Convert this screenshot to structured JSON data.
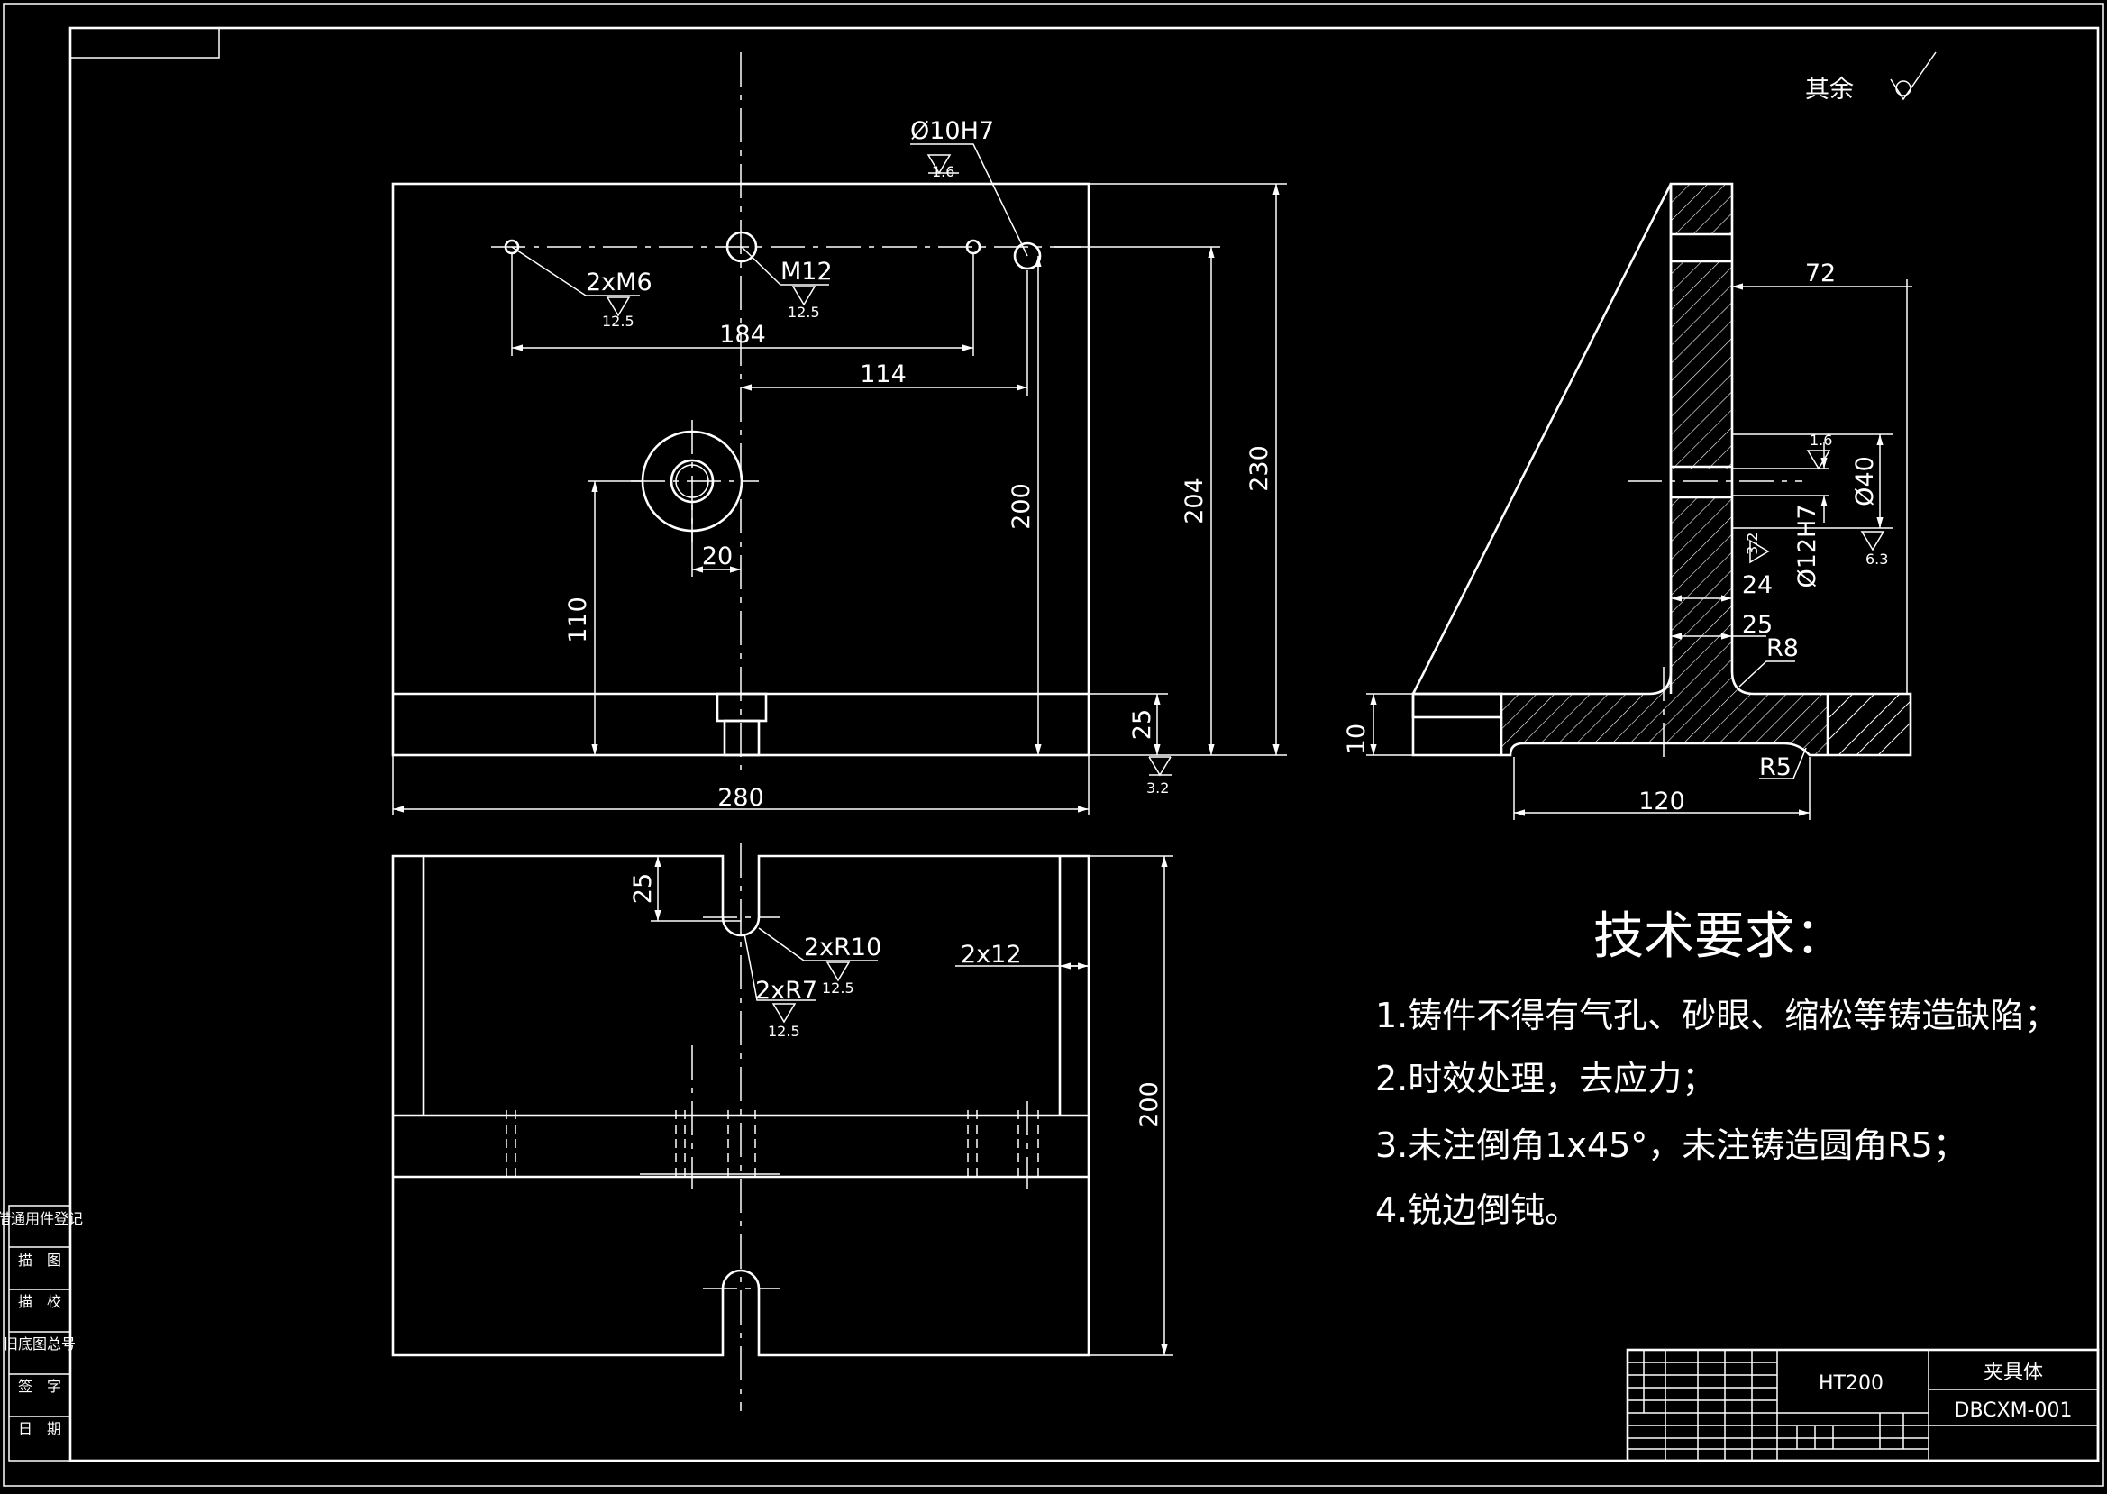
{
  "dims": {
    "d184": "184",
    "d114": "114",
    "d280": "280",
    "d200": "200",
    "d204": "204",
    "d230": "230",
    "d25": "25",
    "d110": "110",
    "d20": "20",
    "d72": "72",
    "d40": "Ø40",
    "d12h7": "Ø12H7",
    "d24": "24",
    "d25b": "25",
    "dR8": "R8",
    "dR5": "R5",
    "d10": "10",
    "d120": "120",
    "d25c": "25",
    "d2x12": "2x12",
    "d200b": "200"
  },
  "callouts": {
    "hole10": "Ø10H7",
    "m6": "2xM6",
    "m12": "M12",
    "r10": "2xR10",
    "r7": "2xR7"
  },
  "roughness": {
    "r16a": "1.6",
    "r125a": "12.5",
    "r125b": "12.5",
    "r32a": "3.2",
    "r16b": "1.6",
    "r32b": "3.2",
    "r63": "6.3",
    "r125c": "12.5",
    "r125d": "12.5",
    "rest_label": "其余"
  },
  "tech": {
    "title": "技术要求：",
    "items": [
      "1.铸件不得有气孔、砂眼、缩松等铸造缺陷；",
      "2.时效处理，去应力；",
      "3.未注倒角1x45°，未注铸造圆角R5；",
      "4.锐边倒钝。"
    ]
  },
  "title_block": {
    "material": "HT200",
    "part_name": "夹具体",
    "drawing_no": "DBCXM-001"
  },
  "side_stamps": [
    "借通用件登记",
    "描　图",
    "描　校",
    "旧底图总号",
    "签　字",
    "日　期"
  ]
}
